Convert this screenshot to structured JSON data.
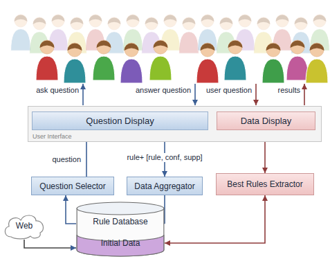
{
  "diagram": {
    "nodes": [
      {
        "text": [
          "User Interface"
        ]
      },
      {
        "text": [
          "Question Display"
        ],
        "in": 0
      },
      {
        "text": [
          "Data Display"
        ],
        "in": 0
      },
      {
        "text": [
          "Question Selector"
        ]
      },
      {
        "text": [
          "Data Aggregator"
        ]
      },
      {
        "text": [
          "Best Rules Extractor"
        ]
      },
      {
        "text": [
          "Rule Database",
          "Initial Data"
        ]
      },
      {
        "text": [
          "Web"
        ]
      }
    ],
    "edges": [
      {
        "from": 3,
        "to": 1,
        "arrow": "to",
        "label": "question"
      },
      {
        "from": 1,
        "to": 4,
        "arrow": "to",
        "label": "rule+ [rule, conf, supp]"
      },
      {
        "from": 4,
        "to": 6,
        "arrow": "to"
      },
      {
        "from": 6,
        "to": 3,
        "arrow": "to"
      },
      {
        "from": 2,
        "to": 5,
        "arrow": "both"
      },
      {
        "from": 5,
        "to": 6,
        "arrow": "both"
      },
      {
        "from": 7,
        "to": 6,
        "arrow": "to"
      }
    ],
    "labels": [
      "ask question",
      "answer question",
      "user question",
      "results"
    ]
  }
}
